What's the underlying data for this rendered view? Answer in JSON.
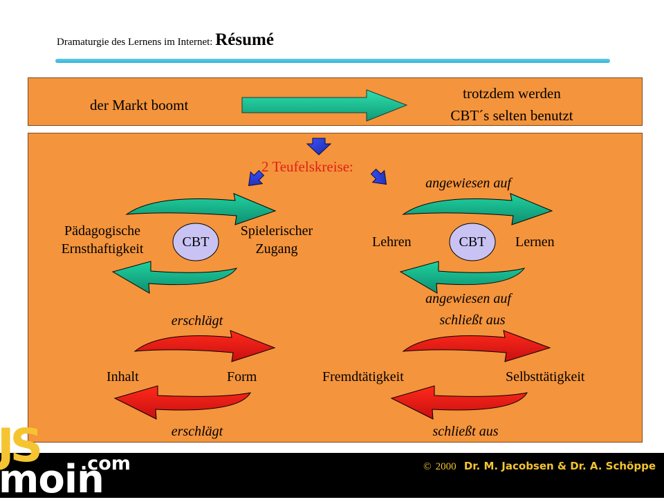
{
  "header": {
    "title_prefix": "Dramaturgie des Lernens im Internet:",
    "title_main": "Résumé"
  },
  "top": {
    "left": "der Markt boomt",
    "right_line1": "trotzdem werden",
    "right_line2": "CBT´s selten benutzt"
  },
  "main": {
    "heading": "2 Teufelskreise:",
    "cbt": "CBT",
    "c1": {
      "left_line1": "Pädagogische",
      "left_line2": "Ernsthaftigkeit",
      "right_line1": "Spielerischer",
      "right_line2": "Zugang"
    },
    "c2": {
      "left": "Lehren",
      "right": "Lernen",
      "top_label": "angewiesen auf",
      "bottom_label": "angewiesen auf"
    },
    "c3": {
      "left": "Inhalt",
      "right": "Form",
      "top_label": "erschlägt",
      "bottom_label": "erschlägt"
    },
    "c4": {
      "left": "Fremdtätigkeit",
      "right": "Selbsttätigkeit",
      "top_label": "schließt aus",
      "bottom_label": "schließt aus"
    }
  },
  "footer": {
    "copyright_symbol": "©",
    "year": "2000",
    "authors": "Dr. M. Jacobsen & Dr. A. Schöppe",
    "logo_js": "JS",
    "logo_com": ".com",
    "logo_moin": "moin"
  },
  "colors": {
    "box_fill": "#f4943c",
    "teal_arrow": "#19b08d",
    "red_arrow": "#e81b1b",
    "blue_arrow": "#2b3fd0",
    "heading_red": "#e0201a",
    "cbt_ellipse": "#c9c3f4",
    "logo_yellow": "#f5c431"
  }
}
